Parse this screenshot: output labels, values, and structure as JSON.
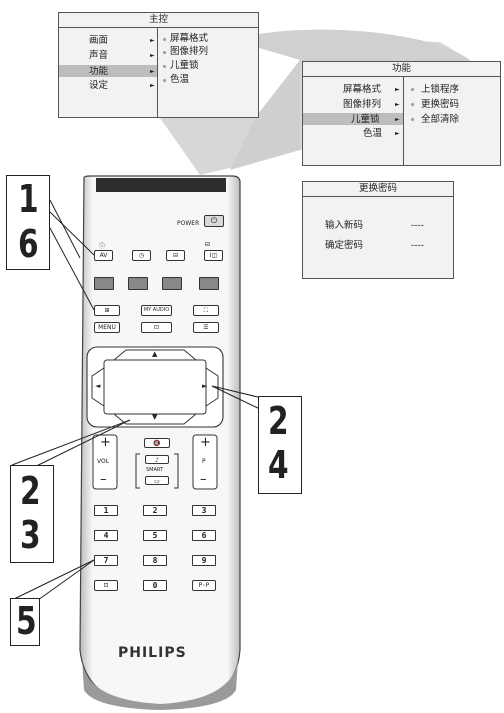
{
  "main_menu": {
    "title": "主控",
    "items": [
      "画面",
      "声音",
      "功能",
      "设定"
    ],
    "submenu": [
      "屏幕格式",
      "图像排列",
      "儿童锁",
      "色温"
    ]
  },
  "function_menu": {
    "title": "功能",
    "items": [
      "屏幕格式",
      "图像排列",
      "儿童锁",
      "色温"
    ],
    "submenu": [
      "上锁程序",
      "更换密码",
      "全部清除"
    ]
  },
  "code_menu": {
    "title": "更换密码",
    "rows": [
      {
        "label": "输入新码",
        "value": "----"
      },
      {
        "label": "确定密码",
        "value": "----"
      }
    ]
  },
  "remote": {
    "power_label": "POWER",
    "av_label": "AV",
    "my_audio_label": "MY AUDIO",
    "menu_label": "MENU",
    "vol_label": "VOL",
    "p_label": "P",
    "smart_label": "SMART",
    "plus": "+",
    "minus": "–",
    "digits": [
      "1",
      "2",
      "3",
      "4",
      "5",
      "6",
      "7",
      "8",
      "9",
      "0"
    ],
    "pp_label": "P◦P",
    "brand": "PHILIPS",
    "colors": {
      "body": "#f4f4f4",
      "rim": "#555555",
      "top_bar": "#2e2e2e",
      "color_keys": "#8a8a8a"
    }
  },
  "steps": {
    "left_top": [
      "1",
      "6"
    ],
    "right": [
      "2",
      "4"
    ],
    "left_mid": [
      "2",
      "3"
    ],
    "left_bottom": "5"
  }
}
